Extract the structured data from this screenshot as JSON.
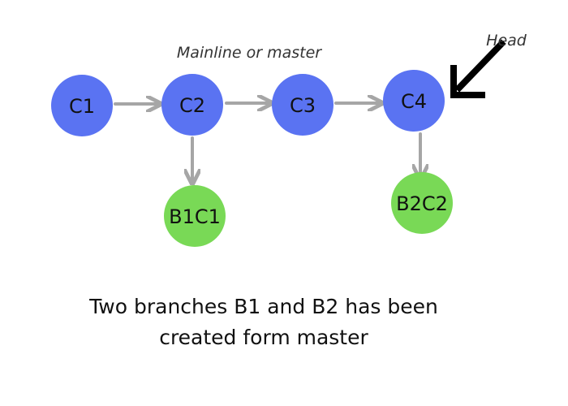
{
  "diagram": {
    "mainline_label": "Mainline or master",
    "head_label": "Head",
    "colors": {
      "main_node": "#5a73f2",
      "branch_node": "#79d956",
      "edge": "#a6a6a6",
      "head_arrow": "#000000"
    },
    "nodes": {
      "c1": "C1",
      "c2": "C2",
      "c3": "C3",
      "c4": "C4",
      "b1c1": "B1C1",
      "b2c2": "B2C2"
    },
    "edges": [
      {
        "from": "C1",
        "to": "C2"
      },
      {
        "from": "C2",
        "to": "C3"
      },
      {
        "from": "C3",
        "to": "C4"
      },
      {
        "from": "C2",
        "to": "B1C1"
      },
      {
        "from": "C4",
        "to": "B2C2"
      }
    ]
  },
  "caption": {
    "line1": "Two branches B1 and B2 has been",
    "line2": "created form master"
  }
}
